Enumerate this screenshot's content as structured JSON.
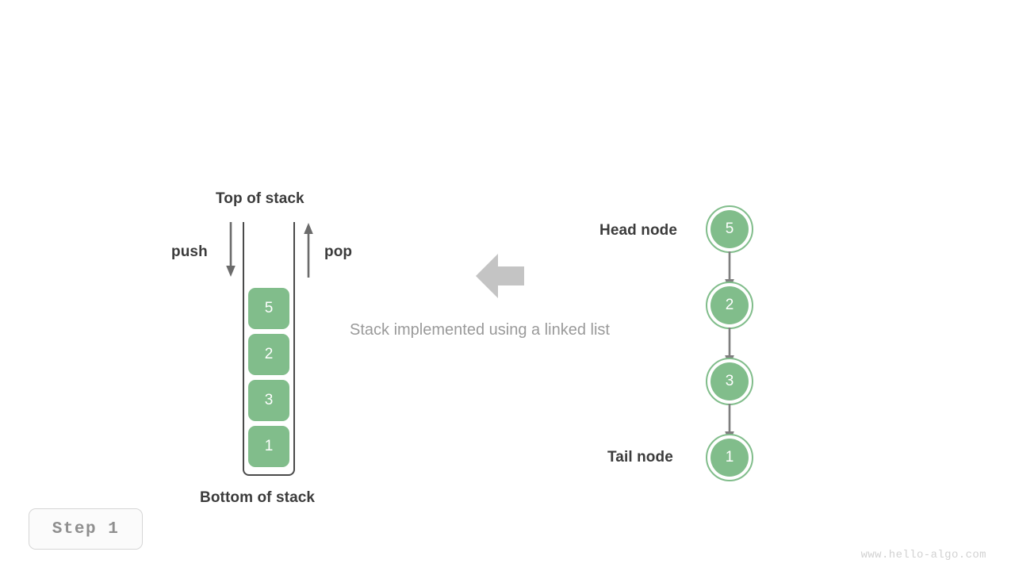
{
  "figure": {
    "caption": "Stack implemented using a linked list",
    "step_badge": "Step  1",
    "watermark": "www.hello-algo.com",
    "colors": {
      "node_green": "#81bd8b",
      "text_dark": "#3b3b3b",
      "caption_gray": "#9a9a9a",
      "arrow_gray": "#6b6b6b",
      "big_arrow_gray": "#c4c4c4",
      "container_stroke": "#4a4a4a",
      "badge_text": "#8f8f8f",
      "watermark_gray": "#d2d2d2",
      "background": "#ffffff"
    }
  },
  "stack": {
    "top_label": "Top of stack",
    "bottom_label": "Bottom of stack",
    "push_label": "push",
    "pop_label": "pop",
    "cells": [
      {
        "value": "5"
      },
      {
        "value": "2"
      },
      {
        "value": "3"
      },
      {
        "value": "1"
      }
    ]
  },
  "linked_list": {
    "head_label": "Head node",
    "tail_label": "Tail node",
    "nodes": [
      {
        "value": "5"
      },
      {
        "value": "2"
      },
      {
        "value": "3"
      },
      {
        "value": "1"
      }
    ]
  },
  "chart_data": {
    "type": "diagram",
    "title": "Stack implemented using a linked list",
    "left_structure": {
      "kind": "stack",
      "orientation": "vertical",
      "top_to_bottom_values": [
        "5",
        "2",
        "3",
        "1"
      ],
      "annotations": [
        "Top of stack",
        "Bottom of stack",
        "push",
        "pop"
      ]
    },
    "right_structure": {
      "kind": "singly-linked-list",
      "head_to_tail_values": [
        "5",
        "2",
        "3",
        "1"
      ],
      "annotations": [
        "Head node",
        "Tail node"
      ]
    },
    "relation": "left-pointing arrow from linked list to stack"
  }
}
